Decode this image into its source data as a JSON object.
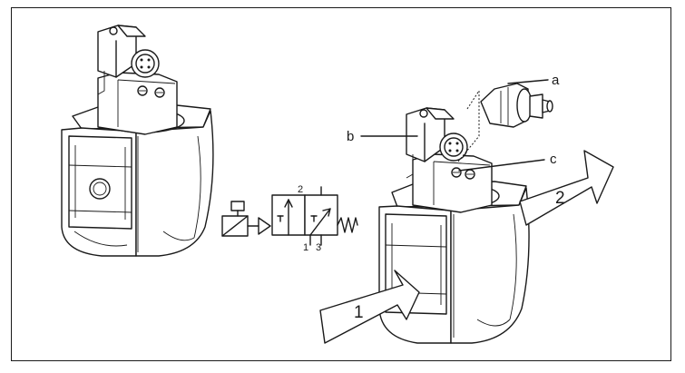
{
  "labels": {
    "a": "a",
    "b": "b",
    "c": "c"
  },
  "arrows": {
    "one": "1",
    "two": "2"
  },
  "symbol": {
    "port_2": "2",
    "port_1": "1",
    "port_3": "3"
  },
  "icons": [
    "solenoid-valve-icon",
    "plug-connector-icon",
    "spring-icon"
  ]
}
